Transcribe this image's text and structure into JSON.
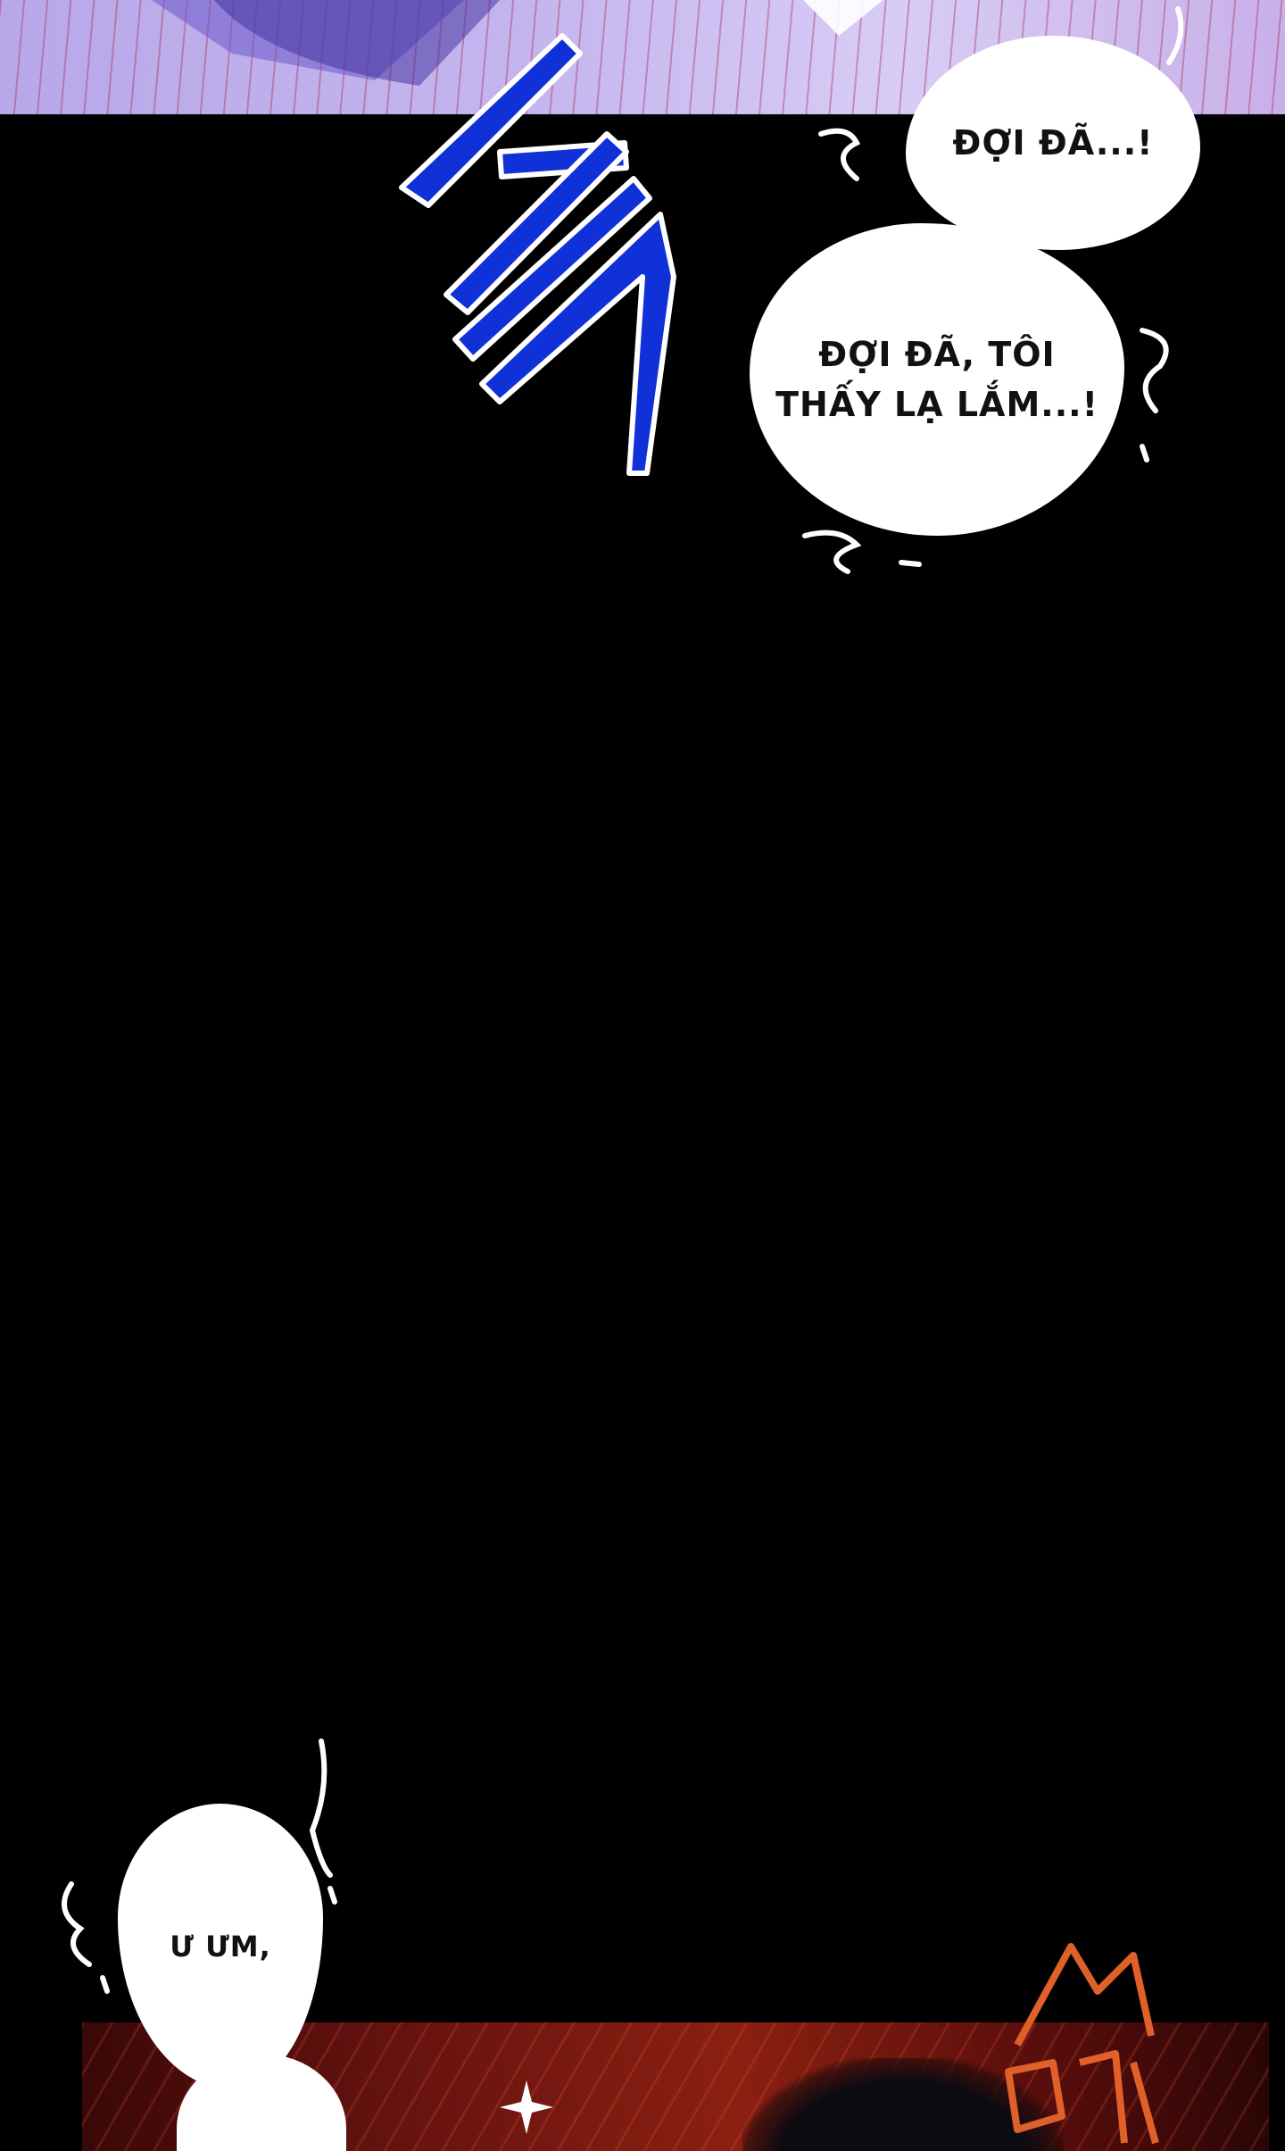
{
  "bubbles": {
    "first": "ĐỢI ĐÃ...!",
    "second_line1": "ĐỢI ĐÃ, TÔI",
    "second_line2": "THẤY LẠ LẮM...!",
    "third": "Ư ƯM,"
  },
  "colors": {
    "background": "#000000",
    "sfx_blue": "#1030d8",
    "top_panel": "#c4b4ee",
    "bottom_panel": "#8a2012",
    "sfx_orange": "#e0602a"
  }
}
